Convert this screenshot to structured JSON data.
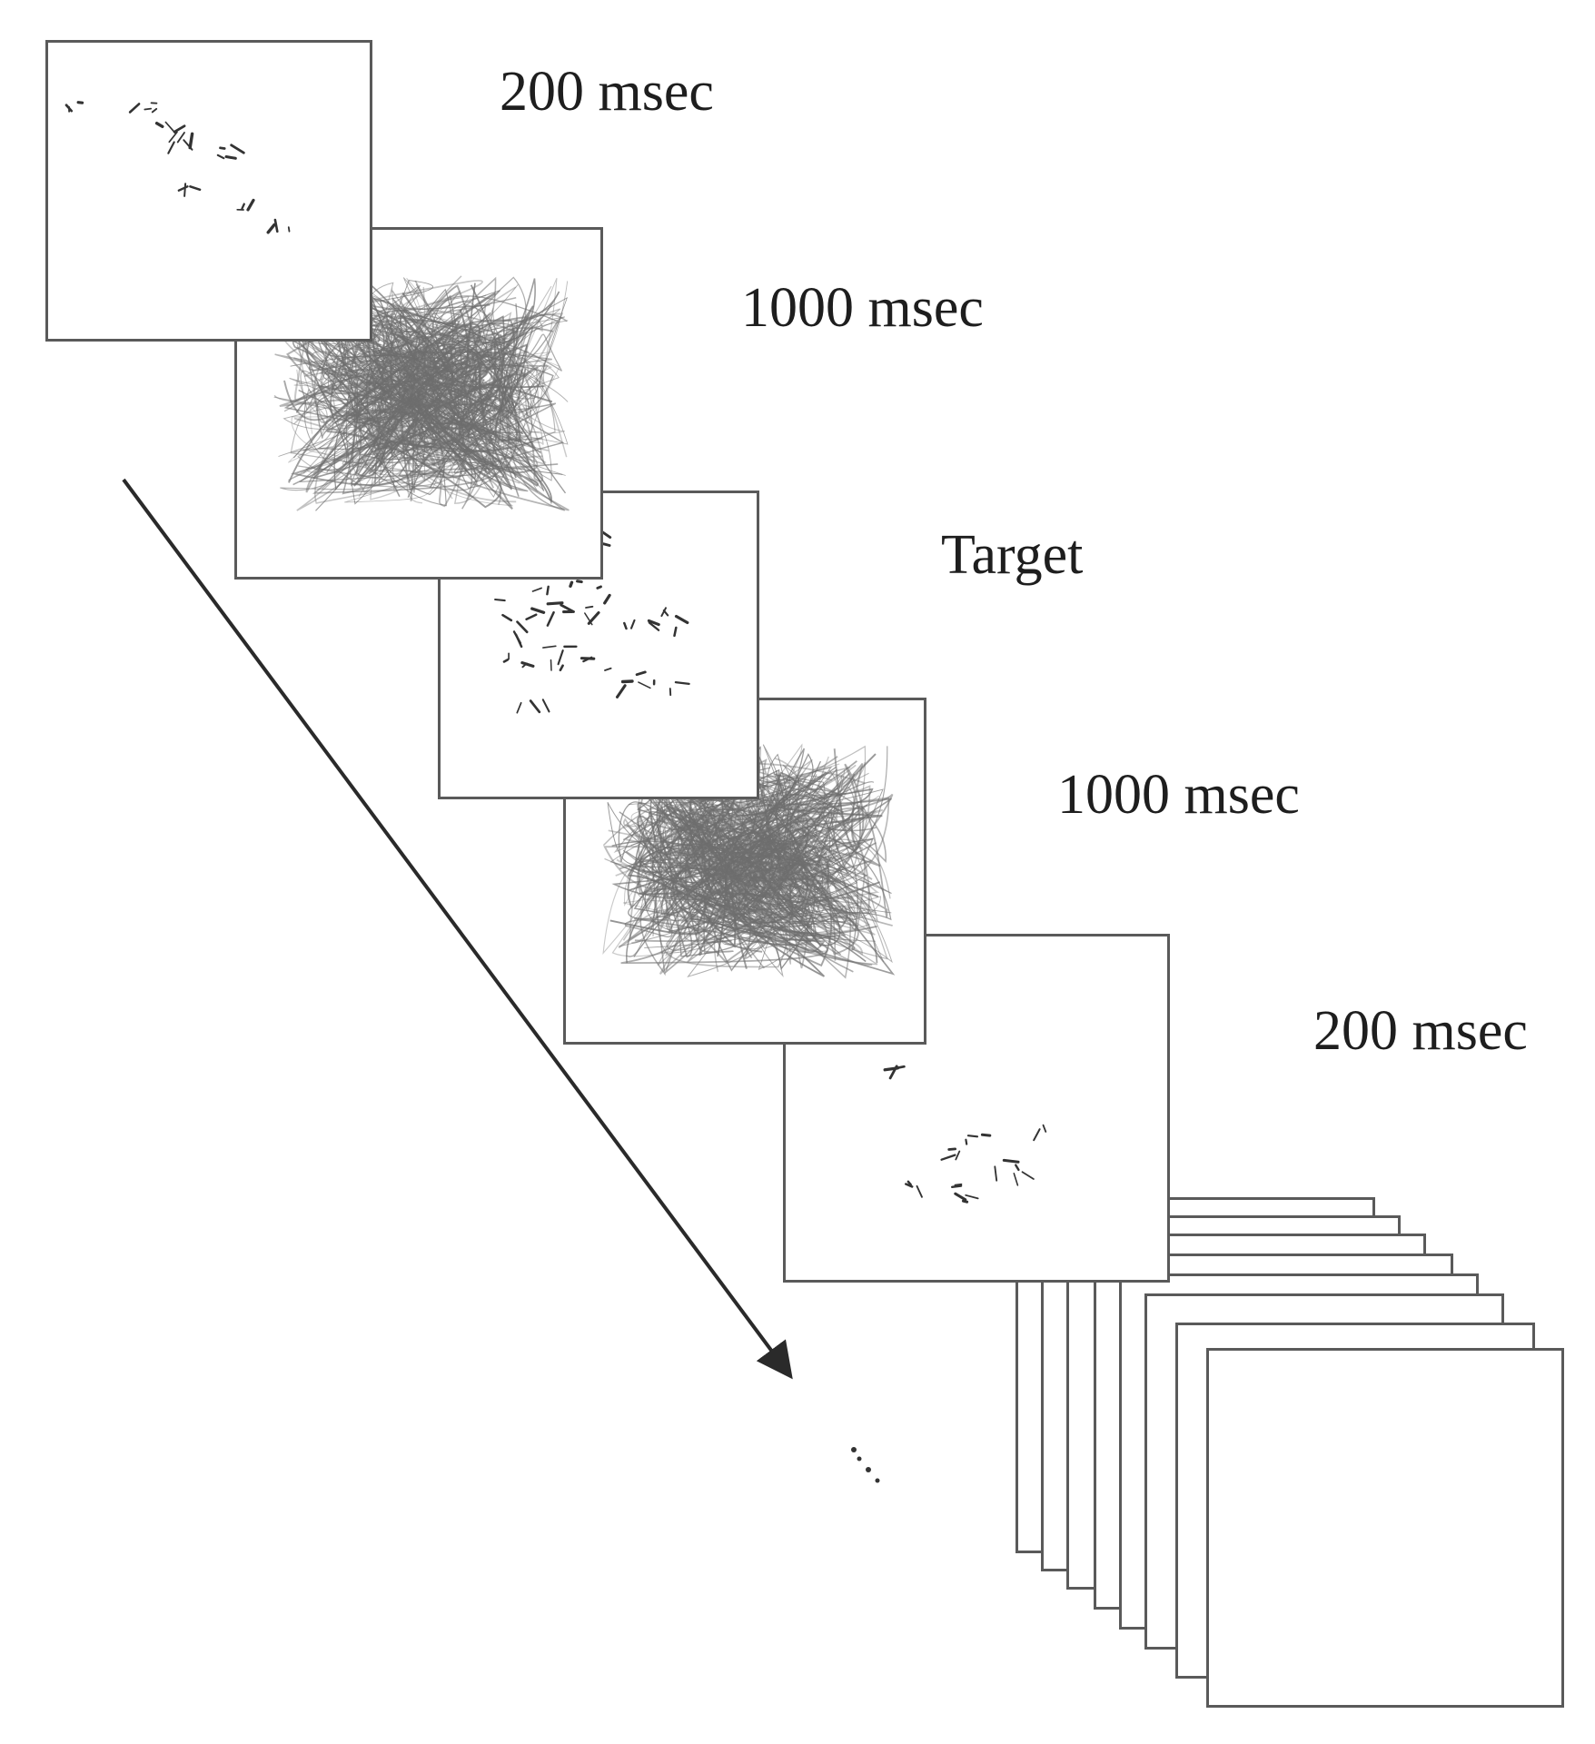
{
  "labels": {
    "frame1": "200 msec",
    "frame2": "1000 msec",
    "frame3": "Target",
    "frame4": "1000 msec",
    "frame5": "200 msec"
  },
  "colors": {
    "frame_border": "#5a5a5a",
    "scribble_mask": "#6e6e6e",
    "fragments": "#333333",
    "arrow": "#2a2a2a",
    "text": "#1e1e1e"
  },
  "frames": [
    {
      "role": "degraded-image",
      "content": "sparse-fragments"
    },
    {
      "role": "mask",
      "content": "scribble-noise"
    },
    {
      "role": "target",
      "content": "fragments"
    },
    {
      "role": "mask",
      "content": "scribble-noise"
    },
    {
      "role": "degraded-image",
      "content": "sparse-fragments"
    }
  ],
  "subsequent_blank_frames": 8,
  "direction_arrow": "time"
}
